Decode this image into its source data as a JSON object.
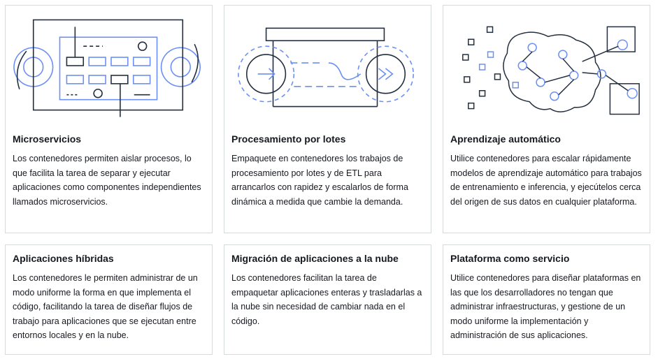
{
  "cards": [
    {
      "title": "Microservicios",
      "text": "Los contenedores permiten aislar procesos, lo que facilita la tarea de separar y ejecutar aplicaciones como componentes independientes llamados microservicios.",
      "icon": "microservices-illustration"
    },
    {
      "title": "Procesamiento por lotes",
      "text": "Empaquete en contenedores los trabajos de procesamiento por lotes y de ETL para arrancarlos con rapidez y escalarlos de forma dinámica a medida que cambie la demanda.",
      "icon": "batch-processing-illustration"
    },
    {
      "title": "Aprendizaje automático",
      "text": "Utilice contenedores para escalar rápidamente modelos de aprendizaje automático para trabajos de entrenamiento e inferencia, y ejecútelos cerca del origen de sus datos en cualquier plataforma.",
      "icon": "machine-learning-brain-illustration"
    },
    {
      "title": "Aplicaciones híbridas",
      "text": "Los contenedores le permiten administrar de un modo uniforme la forma en que implementa el código, facilitando la tarea de diseñar flujos de trabajo para aplicaciones que se ejecutan entre entornos locales y en la nube."
    },
    {
      "title": "Migración de aplicaciones a la nube",
      "text": "Los contenedores facilitan la tarea de empaquetar aplicaciones enteras y trasladarlas a la nube sin necesidad de cambiar nada en el código."
    },
    {
      "title": "Plataforma como servicio",
      "text": "Utilice contenedores para diseñar plataformas en las que los desarrolladores no tengan que administrar infraestructuras, y gestione de un modo uniforme la implementación y administración de sus aplicaciones."
    }
  ],
  "colors": {
    "accent": "#6b8ff5",
    "stroke": "#232f3e",
    "border": "#d5dbdb"
  }
}
